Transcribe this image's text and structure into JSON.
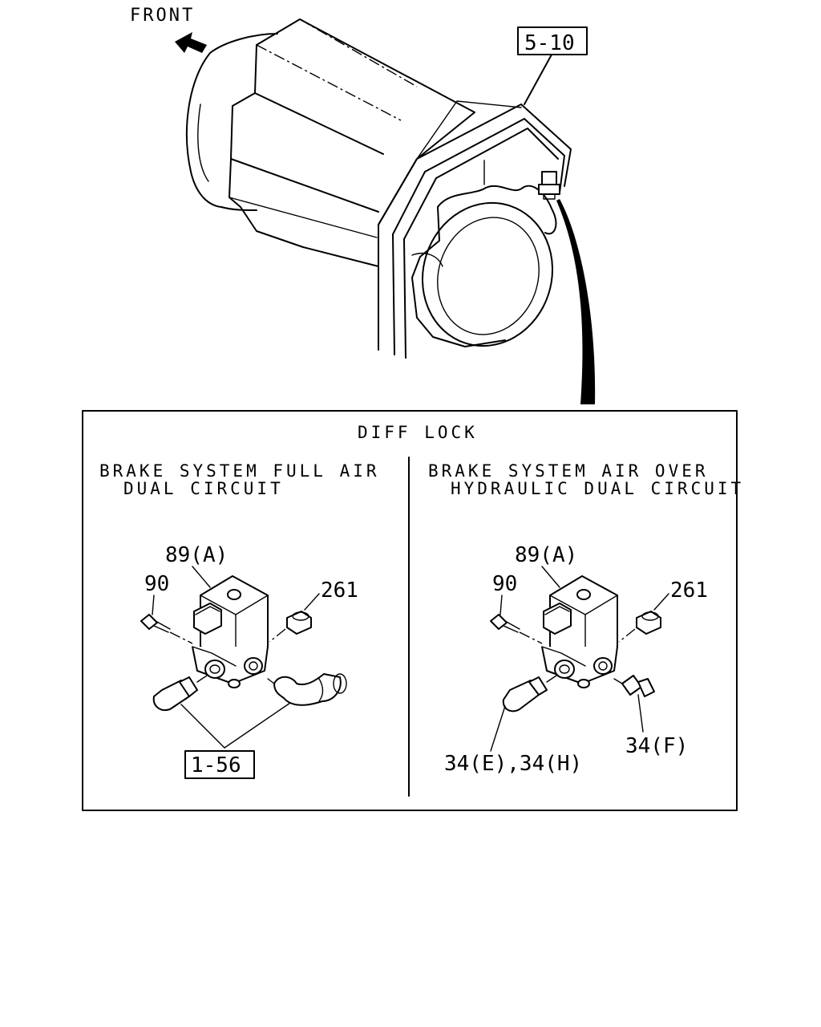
{
  "labels": {
    "front": "FRONT",
    "ref_top": "5-10",
    "panel_title": "DIFF LOCK"
  },
  "left_panel": {
    "title_line1": "BRAKE SYSTEM FULL AIR",
    "title_line2": "DUAL CIRCUIT",
    "callout_valve": "89(A)",
    "callout_bolt": "90",
    "callout_plug": "261",
    "callout_ref": "1-56"
  },
  "right_panel": {
    "title_line1": "BRAKE SYSTEM AIR OVER",
    "title_line2": "HYDRAULIC DUAL CIRCUIT",
    "callout_valve": "89(A)",
    "callout_bolt": "90",
    "callout_plug": "261",
    "callout_fitting_left": "34(E),34(H)",
    "callout_fitting_right": "34(F)"
  },
  "icons": {
    "front_arrow": "arrow-up-left-icon"
  },
  "colors": {
    "line": "#000000",
    "background": "#ffffff"
  }
}
